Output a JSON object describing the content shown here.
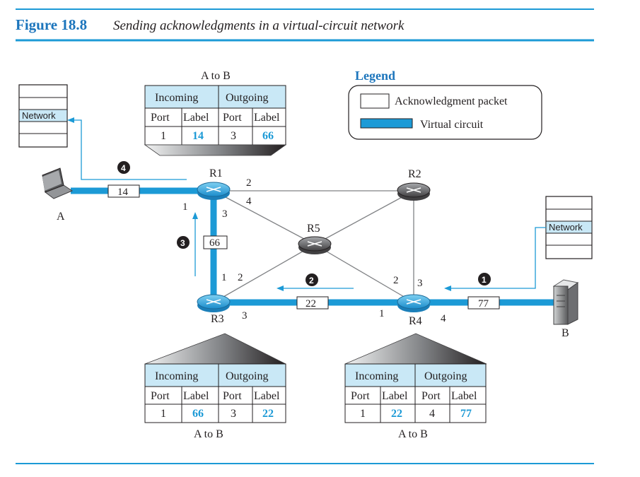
{
  "figure": {
    "number": "Figure 18.8",
    "caption": "Sending acknowledgments in a virtual-circuit network"
  },
  "legend": {
    "title": "Legend",
    "ack_packet": "Acknowledgment packet",
    "virtual_circuit": "Virtual circuit"
  },
  "routers": {
    "r1": "R1",
    "r2": "R2",
    "r3": "R3",
    "r4": "R4",
    "r5": "R5"
  },
  "hosts": {
    "a": "A",
    "b": "B",
    "network_a": "Network",
    "network_b": "Network"
  },
  "ports": {
    "r1_1": "1",
    "r1_2": "2",
    "r1_3": "3",
    "r1_4": "4",
    "r3_1": "1",
    "r3_2": "2",
    "r3_3": "3",
    "r4_1": "1",
    "r4_2": "2",
    "r4_3": "3",
    "r4_4": "4"
  },
  "packets": {
    "p77": "77",
    "p22": "22",
    "p66": "66",
    "p14": "14"
  },
  "steps": {
    "s1": "1",
    "s2": "2",
    "s3": "3",
    "s4": "4"
  },
  "tables": {
    "r1": {
      "caption": "A to B",
      "incoming": "Incoming",
      "outgoing": "Outgoing",
      "port": "Port",
      "label": "Label",
      "in_port": "1",
      "in_label": "14",
      "out_port": "3",
      "out_label": "66"
    },
    "r3": {
      "caption": "A to B",
      "incoming": "Incoming",
      "outgoing": "Outgoing",
      "port": "Port",
      "label": "Label",
      "in_port": "1",
      "in_label": "66",
      "out_port": "3",
      "out_label": "22"
    },
    "r4": {
      "caption": "A to B",
      "incoming": "Incoming",
      "outgoing": "Outgoing",
      "port": "Port",
      "label": "Label",
      "in_port": "1",
      "in_label": "22",
      "out_port": "4",
      "out_label": "77"
    }
  },
  "colors": {
    "accent": "#1c75bc",
    "circuit": "#1c9ad6",
    "header_fill": "#c9e8f6",
    "router_blue": "#33a6dc",
    "router_gray": "#6d6e71"
  }
}
